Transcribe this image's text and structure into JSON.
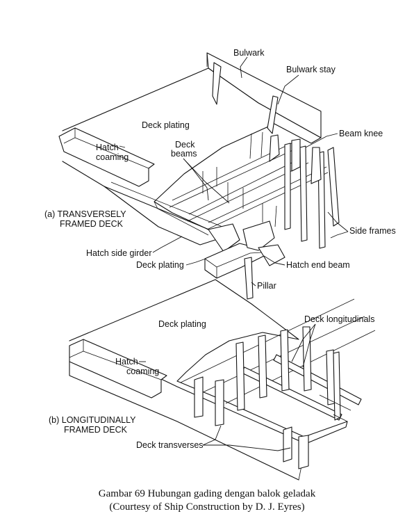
{
  "diagram_a": {
    "labels": {
      "bulwark": "Bulwark",
      "bulwark_stay": "Bulwark stay",
      "beam_knee": "Beam knee",
      "deck_plating_top": "Deck plating",
      "deck_beams_1": "Deck",
      "deck_beams_2": "beams",
      "hatch_coaming_1": "Hatch",
      "hatch_coaming_2": "coaming",
      "title_1": "(a) TRANSVERSELY",
      "title_2": "FRAMED DECK",
      "side_frames": "Side frames",
      "hatch_side_girder": "Hatch side girder",
      "deck_plating_bottom": "Deck plating",
      "hatch_end_beam": "Hatch end beam",
      "pillar": "Pillar"
    }
  },
  "diagram_b": {
    "labels": {
      "deck_plating": "Deck plating",
      "deck_longitudinals": "Deck longitudinals",
      "hatch_coaming_1": "Hatch",
      "hatch_coaming_2": "coaming",
      "title_1": "(b) LONGITUDINALLY",
      "title_2": "FRAMED DECK",
      "deck_transverses": "Deck transverses"
    }
  },
  "caption": {
    "line1": "Gambar 69 Hubungan gading dengan balok geladak",
    "line2": "(Courtesy of  Ship Construction by D. J. Eyres)"
  }
}
